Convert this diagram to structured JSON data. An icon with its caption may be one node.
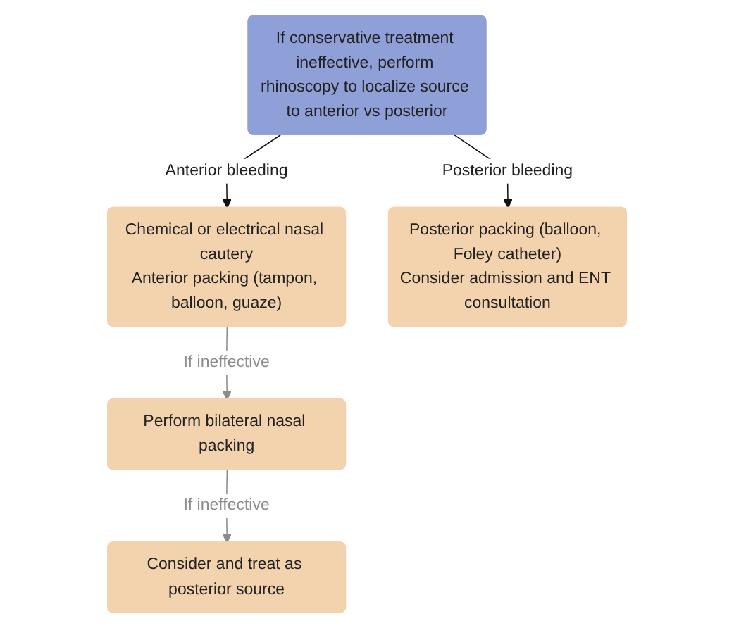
{
  "diagram": {
    "nodes": [
      {
        "text": [
          "If conservative treatment ineffective, perform rhinoscopy to localize source to anterior vs posterior"
        ]
      },
      {
        "text": [
          "Chemical or electrical nasal cautery",
          "Anterior packing (tampon, balloon, guaze)"
        ]
      },
      {
        "text": [
          "Posterior packing (balloon, Foley catheter)",
          "Consider admission and ENT consultation"
        ]
      },
      {
        "text": [
          "Perform bilateral nasal packing"
        ]
      },
      {
        "text": [
          "Consider and treat as posterior source"
        ]
      }
    ],
    "edges": [
      {
        "from": 0,
        "to": 1,
        "arrow": "to",
        "label": "Anterior bleeding"
      },
      {
        "from": 0,
        "to": 2,
        "arrow": "to",
        "label": "Posterior bleeding"
      },
      {
        "from": 1,
        "to": 3,
        "arrow": "to",
        "label": "If ineffective",
        "color": "#8c8c8c"
      },
      {
        "from": 3,
        "to": 4,
        "arrow": "to",
        "label": "If ineffective",
        "color": "#8c8c8c"
      }
    ]
  }
}
